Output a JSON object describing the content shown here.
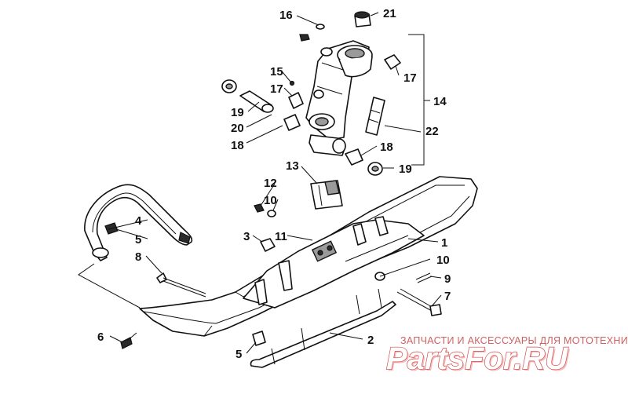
{
  "callouts": [
    "1",
    "2",
    "3",
    "4",
    "5",
    "5",
    "6",
    "7",
    "8",
    "9",
    "10",
    "10",
    "11",
    "12",
    "13",
    "14",
    "15",
    "16",
    "17",
    "17",
    "18",
    "18",
    "19",
    "19",
    "20",
    "21",
    "22"
  ],
  "watermark": {
    "caption": "ЗАПЧАСТИ И АКСЕССУАРЫ ДЛЯ МОТОТЕХНИКИ",
    "logo": "PartsFor.RU"
  },
  "colors": {
    "line": "#111111",
    "watermark": "#d84848"
  }
}
